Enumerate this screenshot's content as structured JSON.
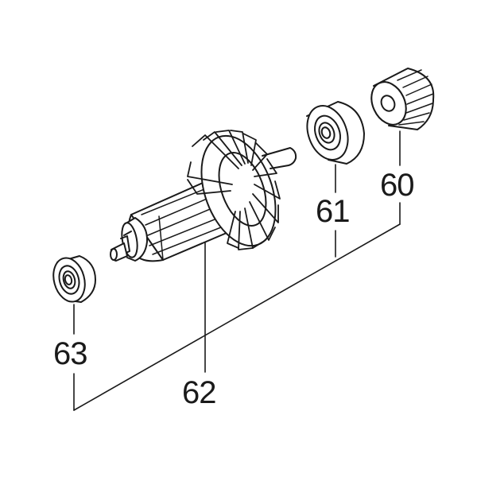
{
  "callouts": [
    {
      "id": "60",
      "label": "60"
    },
    {
      "id": "61",
      "label": "61"
    },
    {
      "id": "62",
      "label": "62"
    },
    {
      "id": "63",
      "label": "63"
    }
  ],
  "colors": {
    "line": "#1a1a1a",
    "background": "#ffffff"
  }
}
